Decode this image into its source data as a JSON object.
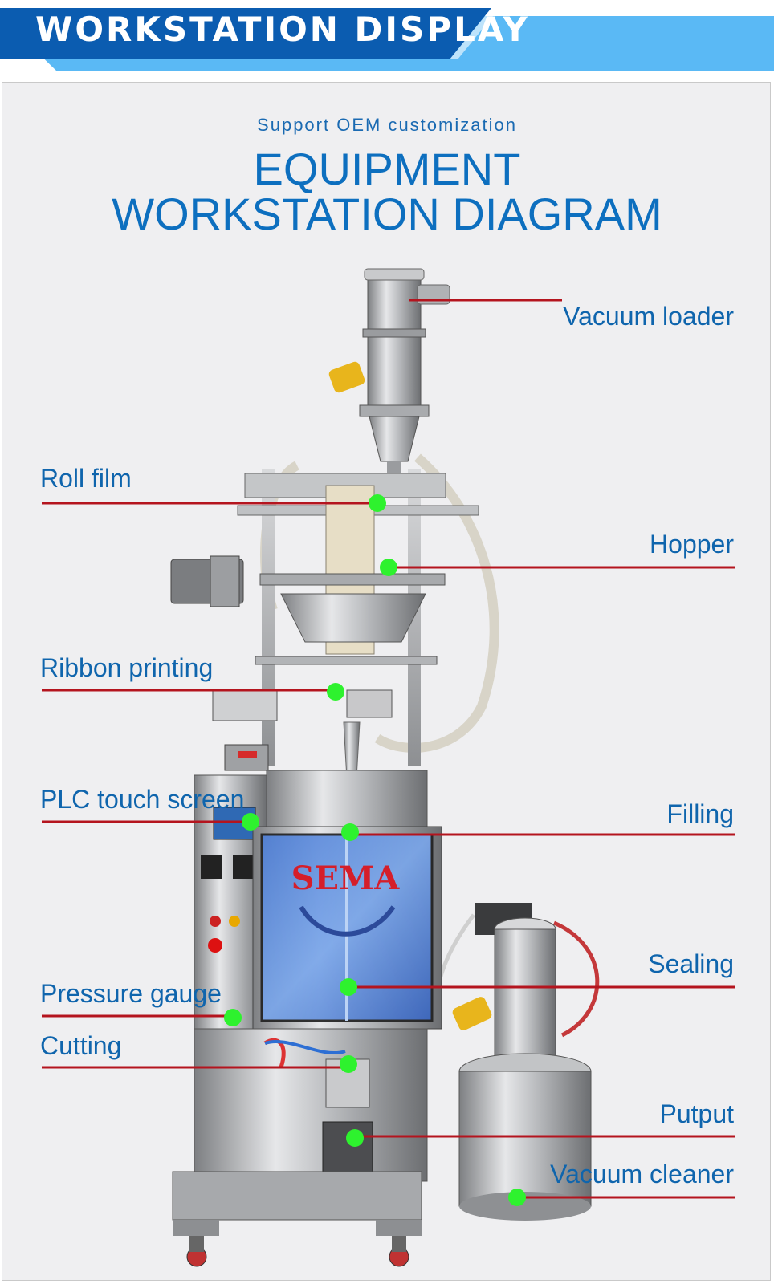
{
  "banner": {
    "title": "WORKSTATION DISPLAY"
  },
  "header": {
    "subtitle": "Support OEM customization",
    "title_line1": "EQUIPMENT",
    "title_line2": "WORKSTATION DIAGRAM"
  },
  "colors": {
    "title_blue": "#0d6fbf",
    "banner_dark": "#0b5cb0",
    "banner_light": "#5ab9f5",
    "callout_line": "#b4141e",
    "dot": "#2ef22e"
  },
  "photo_logo": "SEMA",
  "callouts": {
    "vacuum_loader": "Vacuum loader",
    "roll_film": "Roll film",
    "hopper": "Hopper",
    "ribbon_printing": "Ribbon printing",
    "plc_touch_screen": "PLC touch screen",
    "filling": "Filling",
    "sealing": "Sealing",
    "pressure_gauge": "Pressure gauge",
    "cutting": "Cutting",
    "putput": "Putput",
    "vacuum_cleaner": "Vacuum cleaner"
  }
}
